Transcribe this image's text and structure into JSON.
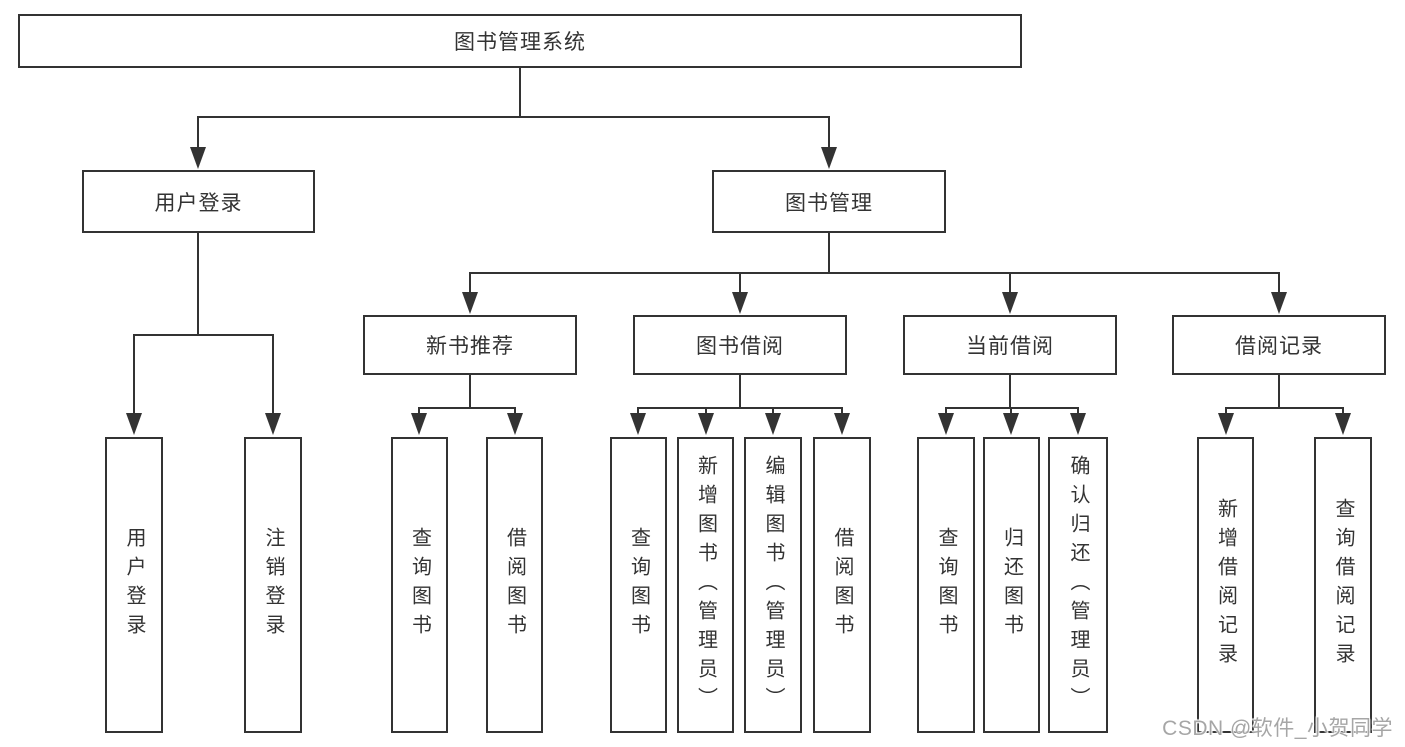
{
  "diagram": {
    "root": {
      "label": "图书管理系统"
    },
    "login": {
      "label": "用户登录",
      "children": [
        {
          "label": "用户登录"
        },
        {
          "label": "注销登录"
        }
      ]
    },
    "manage": {
      "label": "图书管理",
      "groups": [
        {
          "label": "新书推荐",
          "children": [
            {
              "label": "查询图书"
            },
            {
              "label": "借阅图书"
            }
          ]
        },
        {
          "label": "图书借阅",
          "children": [
            {
              "label": "查询图书"
            },
            {
              "label": "新增图书（管理员）"
            },
            {
              "label": "编辑图书（管理员）"
            },
            {
              "label": "借阅图书"
            }
          ]
        },
        {
          "label": "当前借阅",
          "children": [
            {
              "label": "查询图书"
            },
            {
              "label": "归还图书"
            },
            {
              "label": "确认归还（管理员）"
            }
          ]
        },
        {
          "label": "借阅记录",
          "children": [
            {
              "label": "新增借阅记录"
            },
            {
              "label": "查询借阅记录"
            }
          ]
        }
      ]
    }
  },
  "watermark": {
    "text": "CSDN @软件_小贺同学"
  },
  "colors": {
    "line": "#333333",
    "text": "#333333",
    "watermark": "#a6a6a6",
    "background": "#ffffff"
  }
}
